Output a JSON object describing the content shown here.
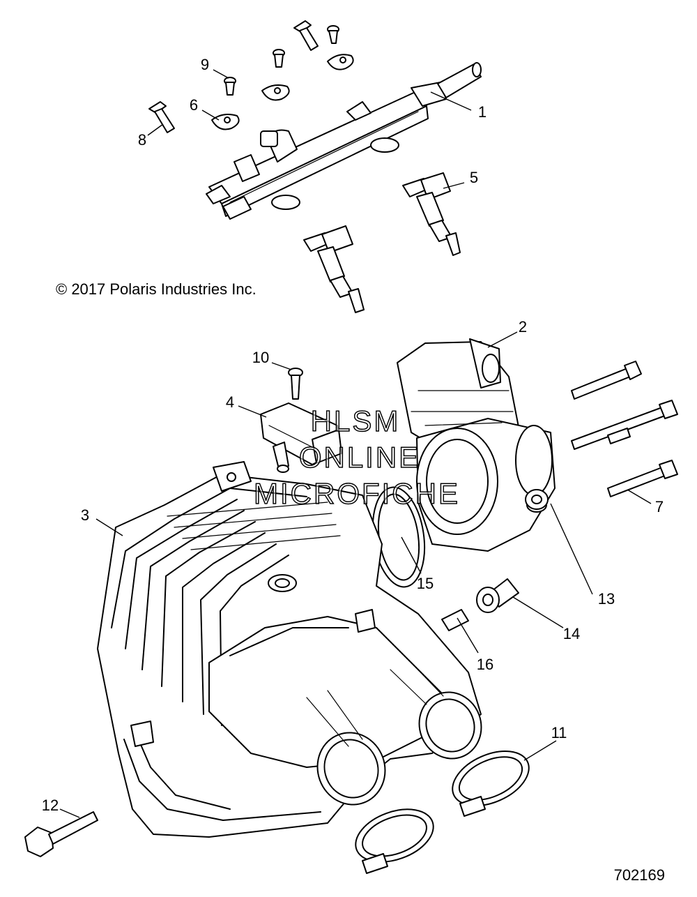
{
  "diagram": {
    "copyright": "© 2017 Polaris Industries Inc.",
    "reference_number": "702169",
    "watermark": [
      "HLSM",
      "ONLINE",
      "MICROFICHE"
    ],
    "callouts": [
      "1",
      "2",
      "3",
      "4",
      "5",
      "6",
      "7",
      "8",
      "9",
      "10",
      "11",
      "12",
      "13",
      "14",
      "15",
      "16"
    ],
    "colors": {
      "line": "#000000",
      "background": "#ffffff"
    }
  }
}
